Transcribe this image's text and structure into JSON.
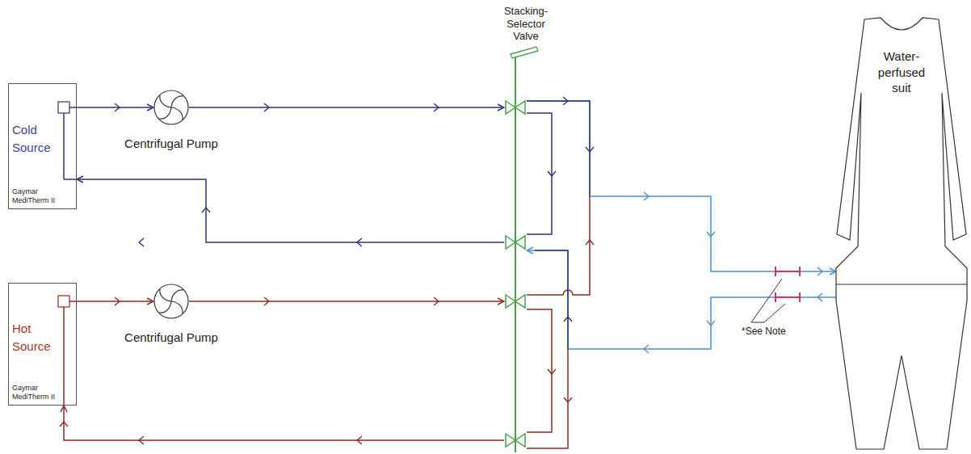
{
  "diagram": {
    "nodes": [
      {
        "text": [
          "Cold Source",
          "Gaymar MediTherm II"
        ]
      },
      {
        "text": [
          "Centrifugal Pump"
        ]
      },
      {
        "text": [
          "Hot Source",
          "Gaymar MediTherm II"
        ]
      },
      {
        "text": [
          "Centrifugal Pump"
        ]
      },
      {
        "text": [
          "Stacking-Selector Valve"
        ]
      },
      {
        "text": [
          "Water-perfused suit"
        ]
      }
    ],
    "edges": [
      {
        "from": 0,
        "to": 1,
        "arrow": "to"
      },
      {
        "from": 1,
        "to": 4,
        "arrow": "to"
      },
      {
        "from": 4,
        "to": 0,
        "arrow": "to"
      },
      {
        "from": 2,
        "to": 3,
        "arrow": "to"
      },
      {
        "from": 3,
        "to": 4,
        "arrow": "to"
      },
      {
        "from": 4,
        "to": 2,
        "arrow": "to"
      },
      {
        "from": 4,
        "to": 5,
        "arrow": "to"
      },
      {
        "from": 5,
        "to": 4,
        "arrow": "to"
      }
    ],
    "labels": [
      "*See Note"
    ]
  }
}
